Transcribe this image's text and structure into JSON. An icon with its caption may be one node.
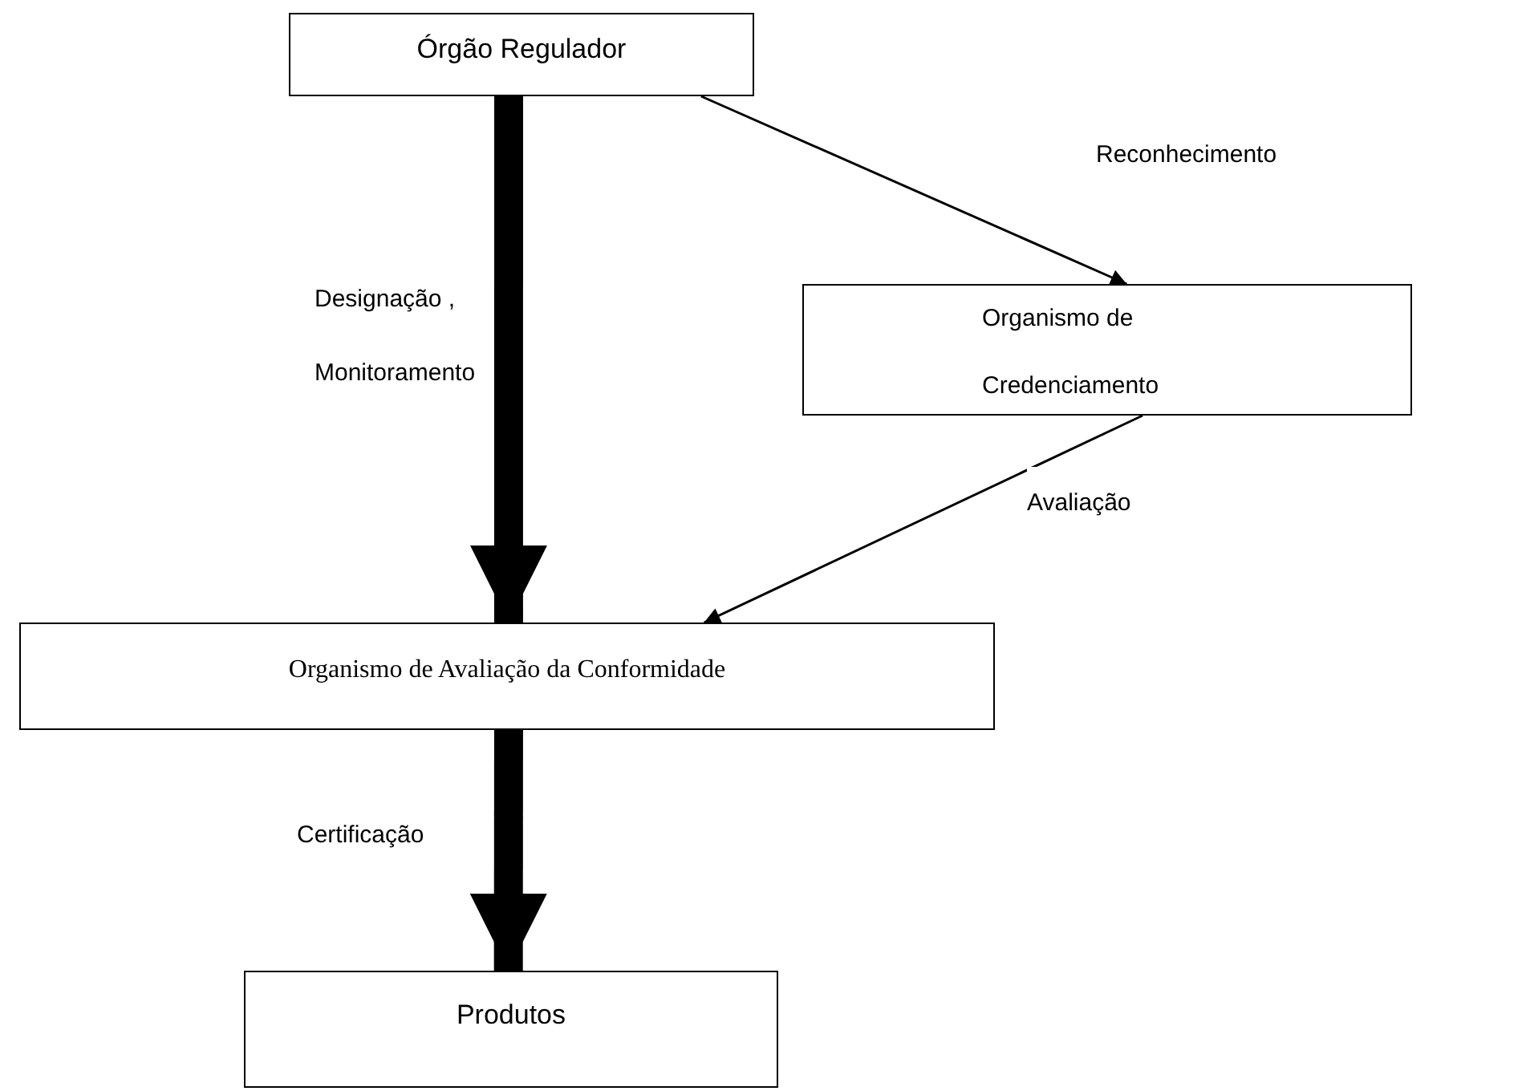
{
  "diagram": {
    "nodes": [
      {
        "text": [
          "Órgão Regulador"
        ]
      },
      {
        "text": [
          "Organismo de Credenciamento"
        ]
      },
      {
        "text": [
          "Organismo de Avaliação da Conformidade"
        ]
      },
      {
        "text": [
          "Produtos"
        ]
      }
    ],
    "edges": [
      {
        "from": 0,
        "to": 2,
        "arrow": "to",
        "style": "thick",
        "label": "Designação , Monitoramento"
      },
      {
        "from": 0,
        "to": 1,
        "arrow": "to",
        "label": "Reconhecimento"
      },
      {
        "from": 1,
        "to": 2,
        "arrow": "to",
        "label": "Avaliação"
      },
      {
        "from": 2,
        "to": 3,
        "arrow": "to",
        "style": "thick",
        "label": "Certificação"
      }
    ]
  }
}
